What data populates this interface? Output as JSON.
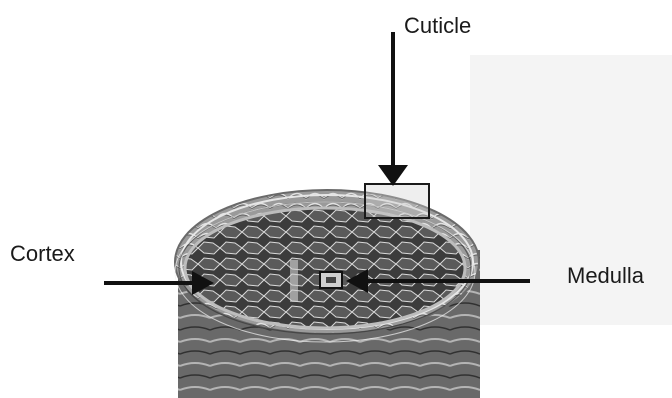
{
  "diagram": {
    "labels": {
      "cuticle": "Cuticle",
      "cortex": "Cortex",
      "medulla": "Medulla"
    }
  },
  "colors": {
    "ink": "#1a1a1a",
    "hair_dark": "#4a4a4a",
    "hair_mid": "#8a8a8a",
    "hair_light": "#c8c8c8",
    "smudge": "#eeeeee"
  }
}
